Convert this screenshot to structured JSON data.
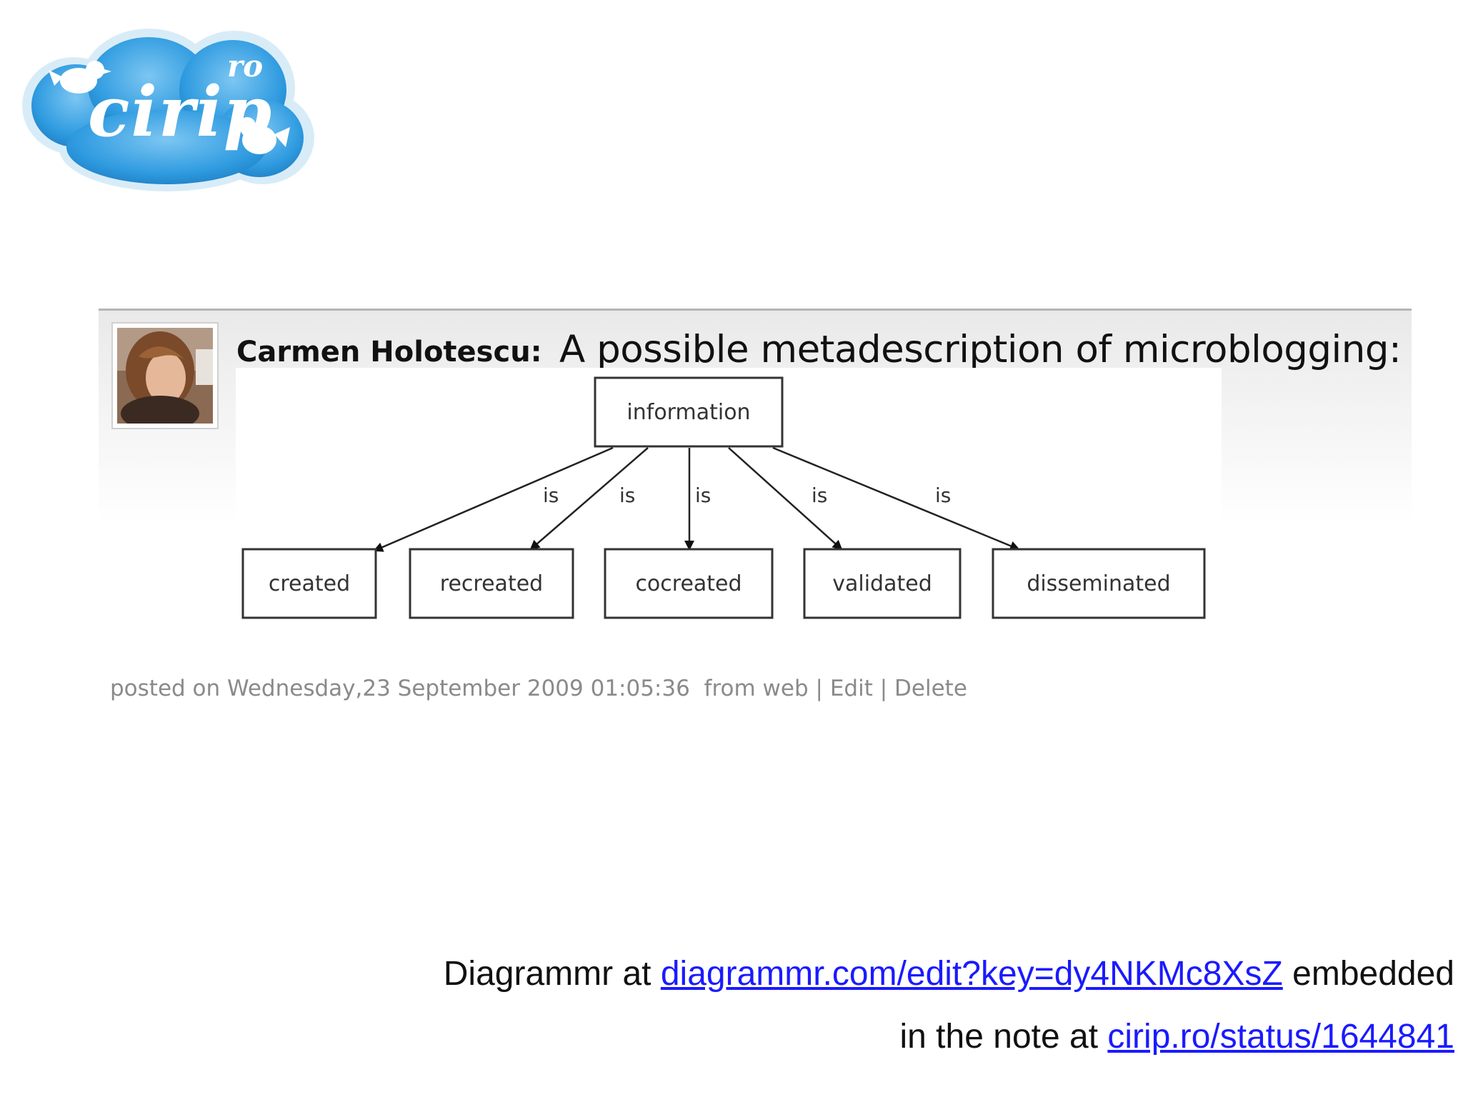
{
  "logo": {
    "name": "cirip",
    "suffix": "ro",
    "colors": {
      "cloud": "#2f9be0",
      "cloud_light": "#7cc6f2",
      "outline": "#d8ecf8"
    }
  },
  "post": {
    "author": "Carmen Holotescu:",
    "title": "A possible metadescription of microblogging:",
    "meta": {
      "posted": "posted on Wednesday,23 September 2009 01:05:36  from web",
      "sep": "|",
      "edit": "Edit",
      "delete": "Delete"
    }
  },
  "diagram": {
    "root": "information",
    "edge_label": "is",
    "children": [
      "created",
      "recreated",
      "cocreated",
      "validated",
      "disseminated"
    ]
  },
  "caption": {
    "line1_prefix": "Diagrammr at ",
    "line1_link": "diagrammr.com/edit?key=dy4NKMc8XsZ",
    "line1_suffix": " embedded",
    "line2_prefix": "in the note at ",
    "line2_link": "cirip.ro/status/1644841"
  },
  "colors": {
    "link": "#1a1aff",
    "meta_gray": "#8a8a8a",
    "card_border": "#b5b5b5"
  }
}
